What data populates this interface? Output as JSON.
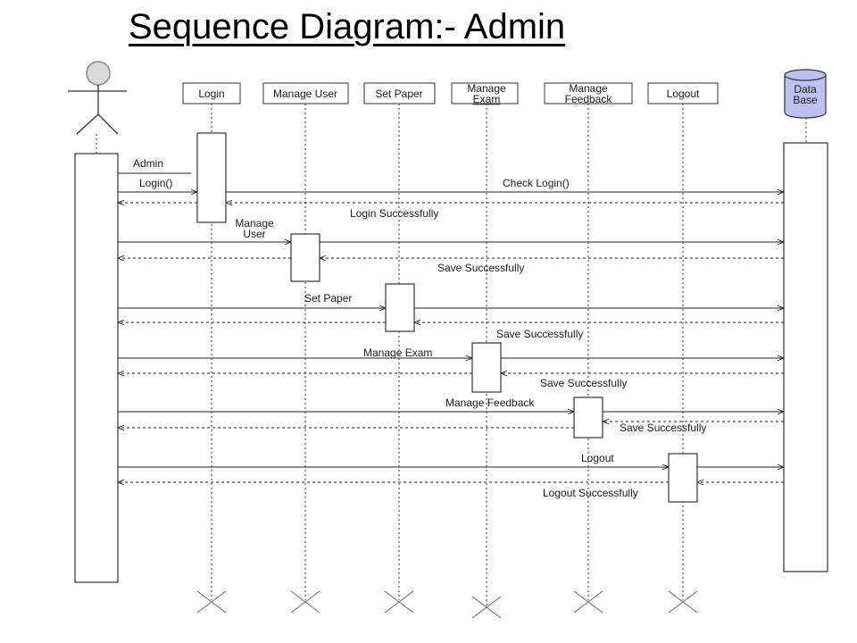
{
  "title": "Sequence Diagram:- Admin",
  "actor": {
    "label": "Admin"
  },
  "database": {
    "lines": [
      "Data",
      "Base"
    ],
    "fill": "#bcc0f2"
  },
  "lifelines": [
    {
      "id": "login",
      "lines": [
        "Login"
      ]
    },
    {
      "id": "manage-user",
      "lines": [
        "Manage User"
      ]
    },
    {
      "id": "set-paper",
      "lines": [
        "Set Paper"
      ]
    },
    {
      "id": "manage-exam",
      "lines": [
        "Manage",
        "Exam"
      ]
    },
    {
      "id": "manage-feedback",
      "lines": [
        "Manage",
        "Feedback"
      ]
    },
    {
      "id": "logout",
      "lines": [
        "Logout"
      ]
    }
  ],
  "messages": {
    "admin_label": "Admin",
    "login_call": "Login()",
    "check_login": "Check Login()",
    "login_success": "Login Successfully",
    "manage_user_call": [
      "Manage",
      "User"
    ],
    "save_success_1": "Save Successfully",
    "set_paper_call": "Set Paper",
    "save_success_2": "Save Successfully",
    "manage_exam_call": "Manage Exam",
    "save_success_3": "Save Successfully",
    "manage_feedback_call": "Manage Feedback",
    "save_success_4": "Save Successfully",
    "logout_call": "Logout",
    "logout_success": "Logout Successfully"
  }
}
